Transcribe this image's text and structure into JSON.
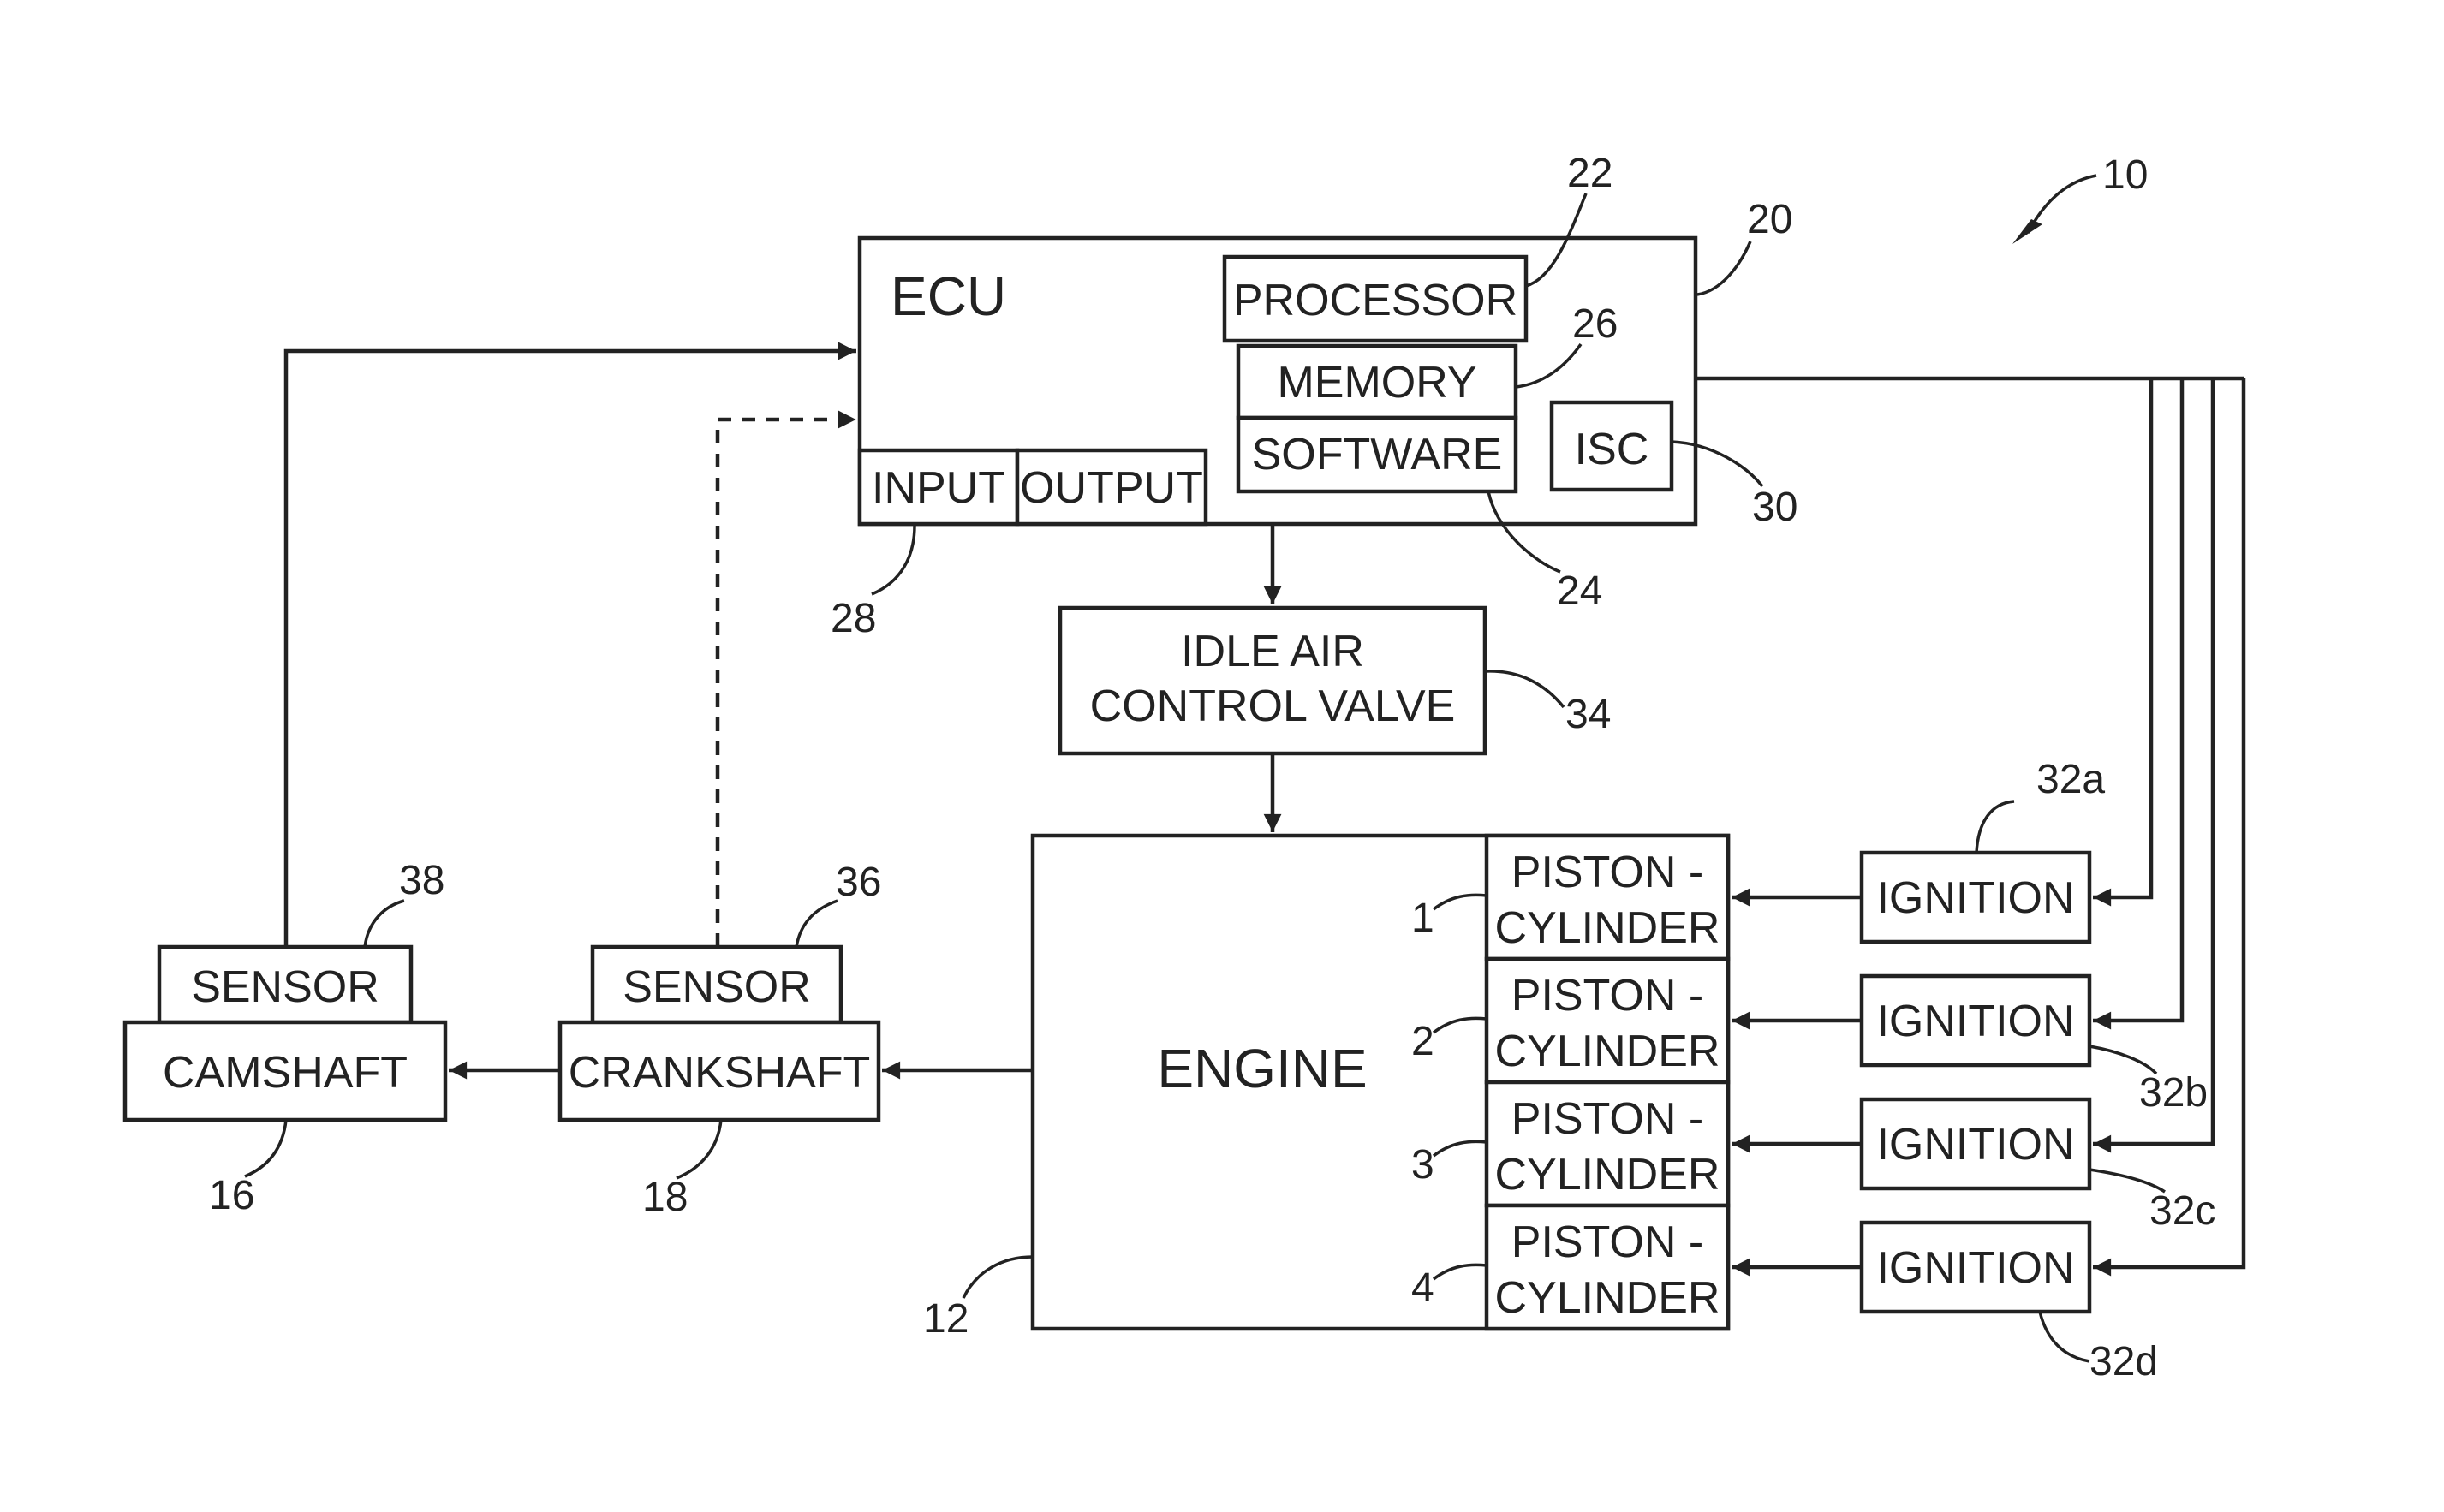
{
  "figure_ref": "10",
  "ecu": {
    "title": "ECU",
    "ref": "20",
    "processor": {
      "label": "PROCESSOR",
      "ref": "22"
    },
    "memory": {
      "label": "MEMORY",
      "ref": "26"
    },
    "software": {
      "label": "SOFTWARE",
      "ref": "24"
    },
    "isc": {
      "label": "ISC",
      "ref": "30"
    },
    "input": {
      "label": "INPUT"
    },
    "output": {
      "label": "OUTPUT"
    },
    "io_ref": "28"
  },
  "idle_air_valve": {
    "line1": "IDLE AIR",
    "line2": "CONTROL VALVE",
    "ref": "34"
  },
  "engine": {
    "label": "ENGINE",
    "ref": "12"
  },
  "cylinders": [
    {
      "num": "1",
      "line1": "PISTON -",
      "line2": "CYLINDER"
    },
    {
      "num": "2",
      "line1": "PISTON -",
      "line2": "CYLINDER"
    },
    {
      "num": "3",
      "line1": "PISTON -",
      "line2": "CYLINDER"
    },
    {
      "num": "4",
      "line1": "PISTON -",
      "line2": "CYLINDER"
    }
  ],
  "ignitions": [
    {
      "label": "IGNITION",
      "ref": "32a"
    },
    {
      "label": "IGNITION",
      "ref": "32b"
    },
    {
      "label": "IGNITION",
      "ref": "32c"
    },
    {
      "label": "IGNITION",
      "ref": "32d"
    }
  ],
  "crankshaft": {
    "label": "CRANKSHAFT",
    "ref": "18"
  },
  "crank_sensor": {
    "label": "SENSOR",
    "ref": "36"
  },
  "camshaft": {
    "label": "CAMSHAFT",
    "ref": "16"
  },
  "cam_sensor": {
    "label": "SENSOR",
    "ref": "38"
  }
}
